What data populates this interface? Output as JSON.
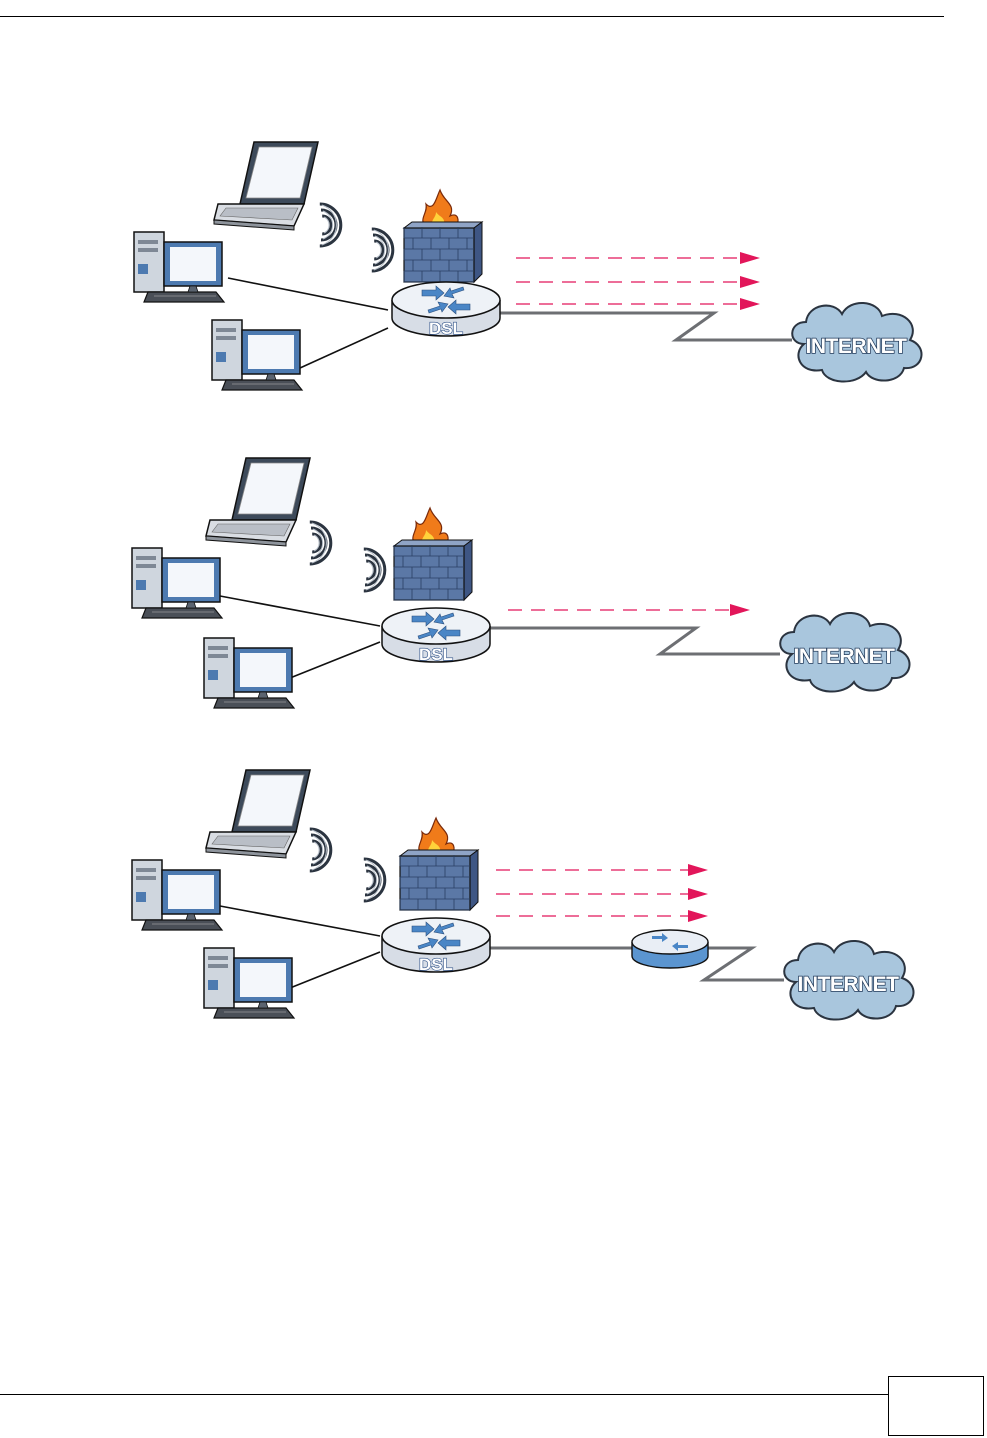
{
  "header": {
    "text": ""
  },
  "footer": {
    "page_number": ""
  },
  "colors": {
    "traffic_arrow": "#e2165a",
    "cloud": "#a9c6dd",
    "router_blue": "#4a86c6",
    "firewall": "#5b78a6",
    "flame": "#f07b1a"
  },
  "diagrams": [
    {
      "router_label": "DSL",
      "internet_label": "INTERNET",
      "traffic_arrows": 3,
      "intermediate_router": false
    },
    {
      "router_label": "DSL",
      "internet_label": "INTERNET",
      "traffic_arrows": 1,
      "intermediate_router": false
    },
    {
      "router_label": "DSL",
      "internet_label": "INTERNET",
      "traffic_arrows": 3,
      "intermediate_router": true
    }
  ]
}
